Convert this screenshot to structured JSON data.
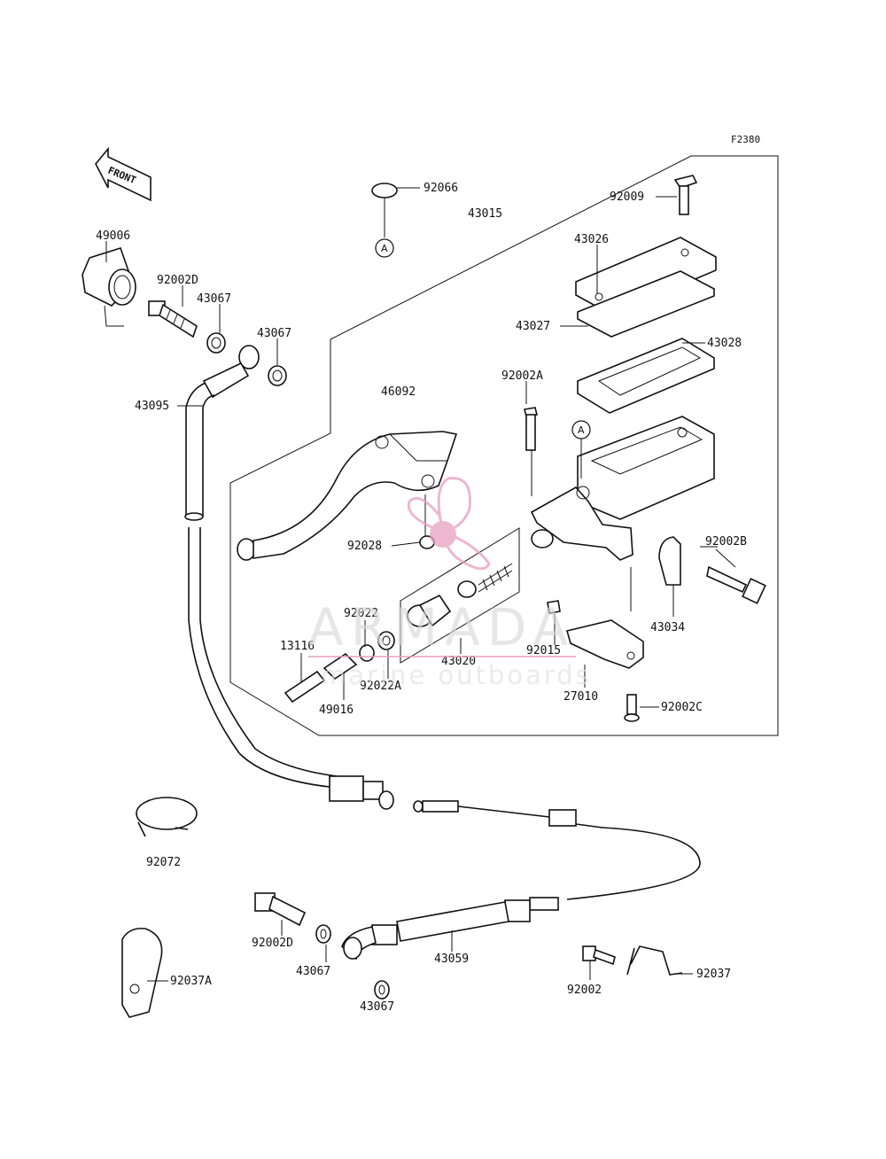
{
  "figure_code": "F2380",
  "front_label": "FRONT",
  "ref_marker": "A",
  "colors": {
    "line": "#111111",
    "watermark_pink": "#e8a0c0",
    "watermark_gray": "#d9d9d9"
  },
  "watermark": {
    "brand": "ARMADA",
    "tagline": "marine outboards"
  },
  "parts": {
    "p49006": "49006",
    "p92002D_top": "92002D",
    "p43067_a": "43067",
    "p43067_b": "43067",
    "p43095": "43095",
    "p92066": "92066",
    "p43015": "43015",
    "p92009": "92009",
    "p43026": "43026",
    "p43027": "43027",
    "p43028": "43028",
    "p46092": "46092",
    "p92002A": "92002A",
    "p92002B": "92002B",
    "p43034": "43034",
    "p92028": "92028",
    "p92022": "92022",
    "p13116": "13116",
    "p92022A": "92022A",
    "p49016": "49016",
    "p43020": "43020",
    "p92015": "92015",
    "p27010": "27010",
    "p92002C": "92002C",
    "p92072": "92072",
    "p92002D_bottom": "92002D",
    "p43067_c": "43067",
    "p43067_d": "43067",
    "p43059": "43059",
    "p92002": "92002",
    "p92037": "92037",
    "p92037A": "92037A"
  }
}
